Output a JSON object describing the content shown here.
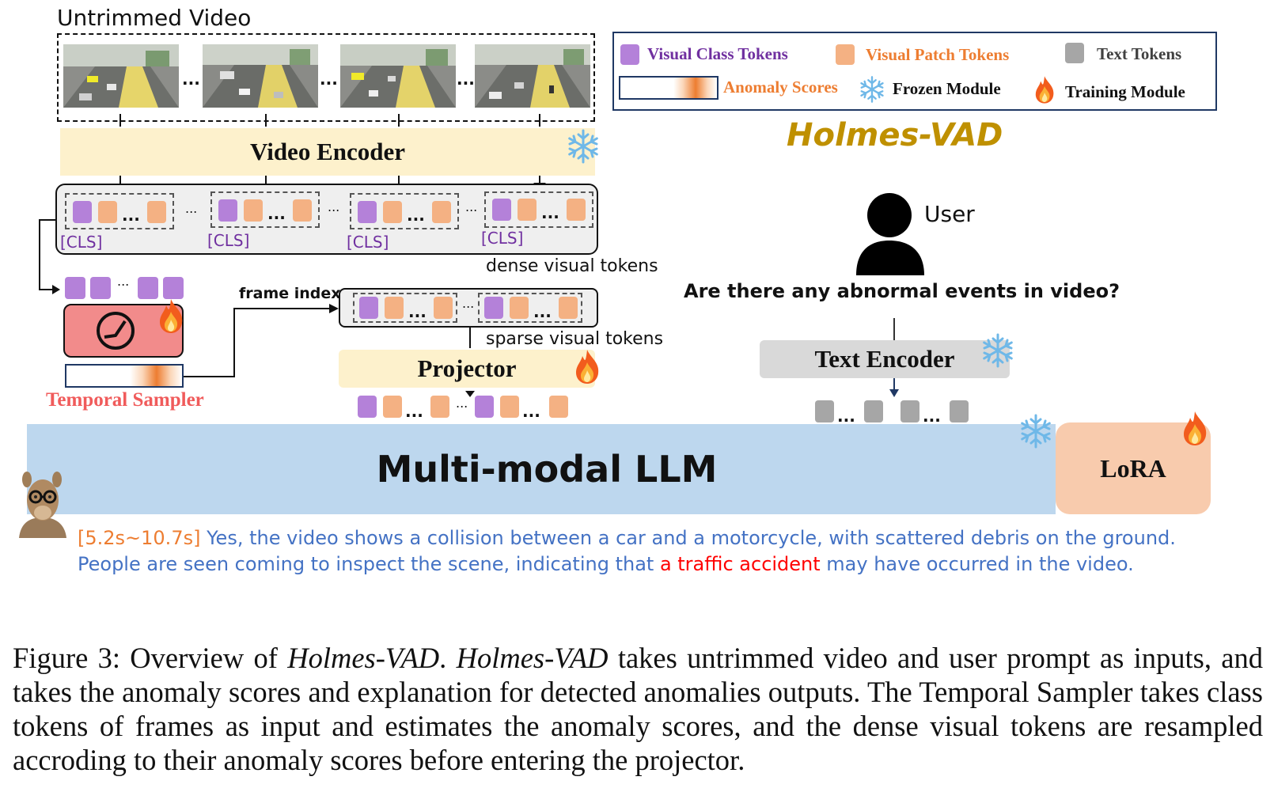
{
  "diagram": {
    "input_title": "Untrimmed Video",
    "video_encoder": "Video Encoder",
    "cls_label": "[CLS]",
    "dense_tokens": "dense visual tokens",
    "frame_index": "frame index",
    "sparse_tokens": "sparse visual tokens",
    "projector": "Projector",
    "temporal_sampler": "Temporal Sampler",
    "user": "User",
    "question": "Are there any abnormal events in video?",
    "text_encoder": "Text Encoder",
    "llm": "Multi-modal LLM",
    "lora": "LoRA",
    "brand": "Holmes-VAD",
    "ellipsis": "...",
    "answer_time": "[5.2s~10.7s]",
    "answer_part1": " Yes, the video shows a collision between a car and a motorcycle, with scattered debris on the ground. People are seen coming to inspect the scene, indicating that ",
    "answer_highlight": "a traffic accident",
    "answer_part2": " may have occurred in the video."
  },
  "legend": {
    "visual_class": "Visual Class Tokens",
    "visual_patch": "Visual Patch Tokens",
    "text_tokens": "Text Tokens",
    "anomaly_scores": "Anomaly Scores",
    "frozen": "Frozen Module",
    "training": "Training Module"
  },
  "caption": {
    "label": "Figure 3: Overview of ",
    "i1": "Holmes-VAD",
    "t1": ".  ",
    "i2": "Holmes-VAD",
    "t2": " takes untrimmed video and user prompt as inputs, and takes the anomaly scores and explanation for detected anomalies outputs. The Temporal Sampler takes class tokens of frames as input and estimates the anomaly scores, and the dense visual tokens are resampled accroding to their anomaly scores before entering the projector."
  },
  "colors": {
    "class_token": "#b481d9",
    "patch_token": "#f4b183",
    "text_token": "#a6a6a6",
    "encoder_bg": "#fdf1cc",
    "llm_bg": "#bdd7ee",
    "lora_bg": "#f8cbad",
    "sampler_bg": "#f28b8b",
    "text_encoder_bg": "#d9d9d9",
    "brand": "#bf9000",
    "answer": "#4472c4",
    "answer_time": "#ed7d31",
    "highlight": "#ff0000"
  },
  "icons": [
    "snowflake-icon",
    "fire-icon",
    "clock-icon",
    "user-icon",
    "llama-avatar-icon"
  ]
}
